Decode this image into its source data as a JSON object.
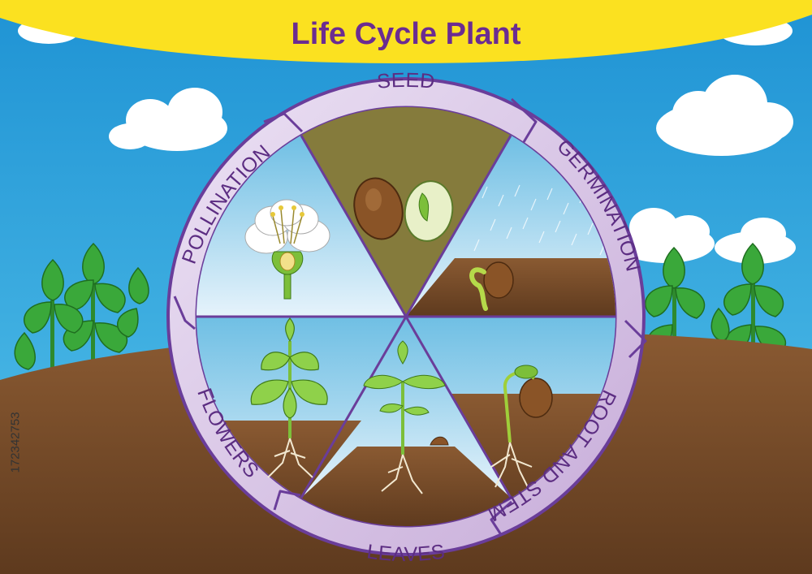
{
  "title": "Life Cycle Plant",
  "stages": [
    {
      "id": "seed",
      "label": "SEED"
    },
    {
      "id": "germination",
      "label": "GERMINATION"
    },
    {
      "id": "root-and-stem",
      "label": "ROOT AND STEM"
    },
    {
      "id": "leaves",
      "label": "LEAVES"
    },
    {
      "id": "flowers",
      "label": "FLOWERS"
    },
    {
      "id": "pollination",
      "label": "POLLINATION"
    }
  ],
  "stock_id": "172342753",
  "colors": {
    "sky": "#2aa6dd",
    "banner": "#fbe120",
    "title": "#6b2c91",
    "ring": "#d8c6e6",
    "ring_outline": "#6a3d9a",
    "soil": "#8c6239",
    "leaf": "#3aa83a",
    "seed_wedge": "#857b3c"
  }
}
